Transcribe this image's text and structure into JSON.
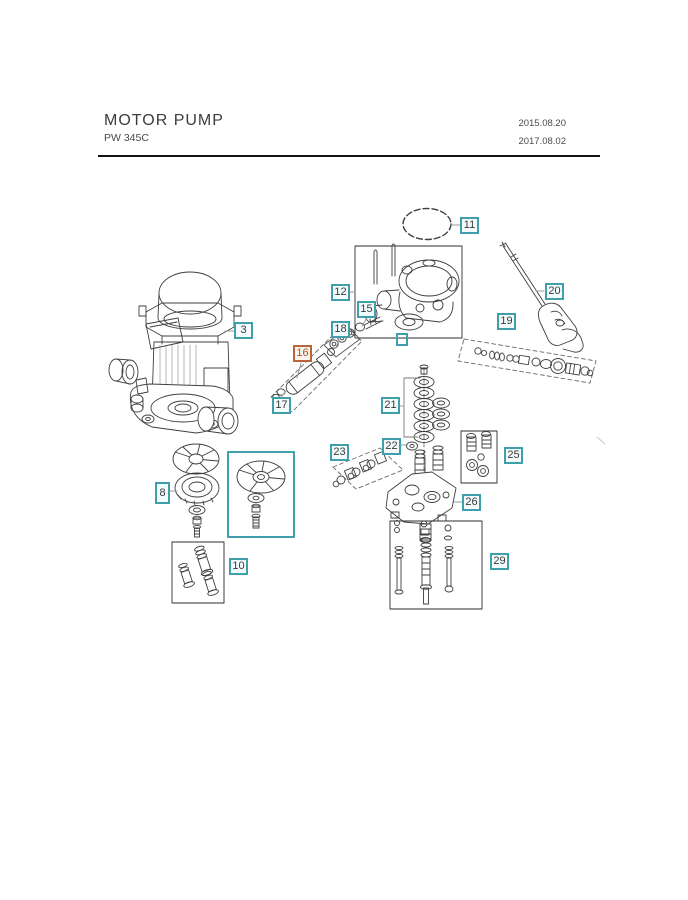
{
  "header": {
    "title": "MOTOR PUMP",
    "model": "PW 345C",
    "date_top": "2015.08.20",
    "date_bottom": "2017.08.02"
  },
  "colors": {
    "callout_border": "#3f9faa",
    "callout_highlight_border": "#b9653a",
    "line_art": "#3f3f3f"
  },
  "callouts": [
    {
      "label": "3",
      "highlighted": false
    },
    {
      "label": "8",
      "highlighted": false
    },
    {
      "label": "10",
      "highlighted": false
    },
    {
      "label": "11",
      "highlighted": false
    },
    {
      "label": "12",
      "highlighted": false
    },
    {
      "label": "15",
      "highlighted": false
    },
    {
      "label": "16",
      "highlighted": true
    },
    {
      "label": "17",
      "highlighted": false
    },
    {
      "label": "18",
      "highlighted": false
    },
    {
      "label": "19",
      "highlighted": false
    },
    {
      "label": "20",
      "highlighted": false
    },
    {
      "label": "21",
      "highlighted": false
    },
    {
      "label": "22",
      "highlighted": false
    },
    {
      "label": "23",
      "highlighted": false
    },
    {
      "label": "25",
      "highlighted": false
    },
    {
      "label": "26",
      "highlighted": false
    },
    {
      "label": "29",
      "highlighted": false
    }
  ]
}
